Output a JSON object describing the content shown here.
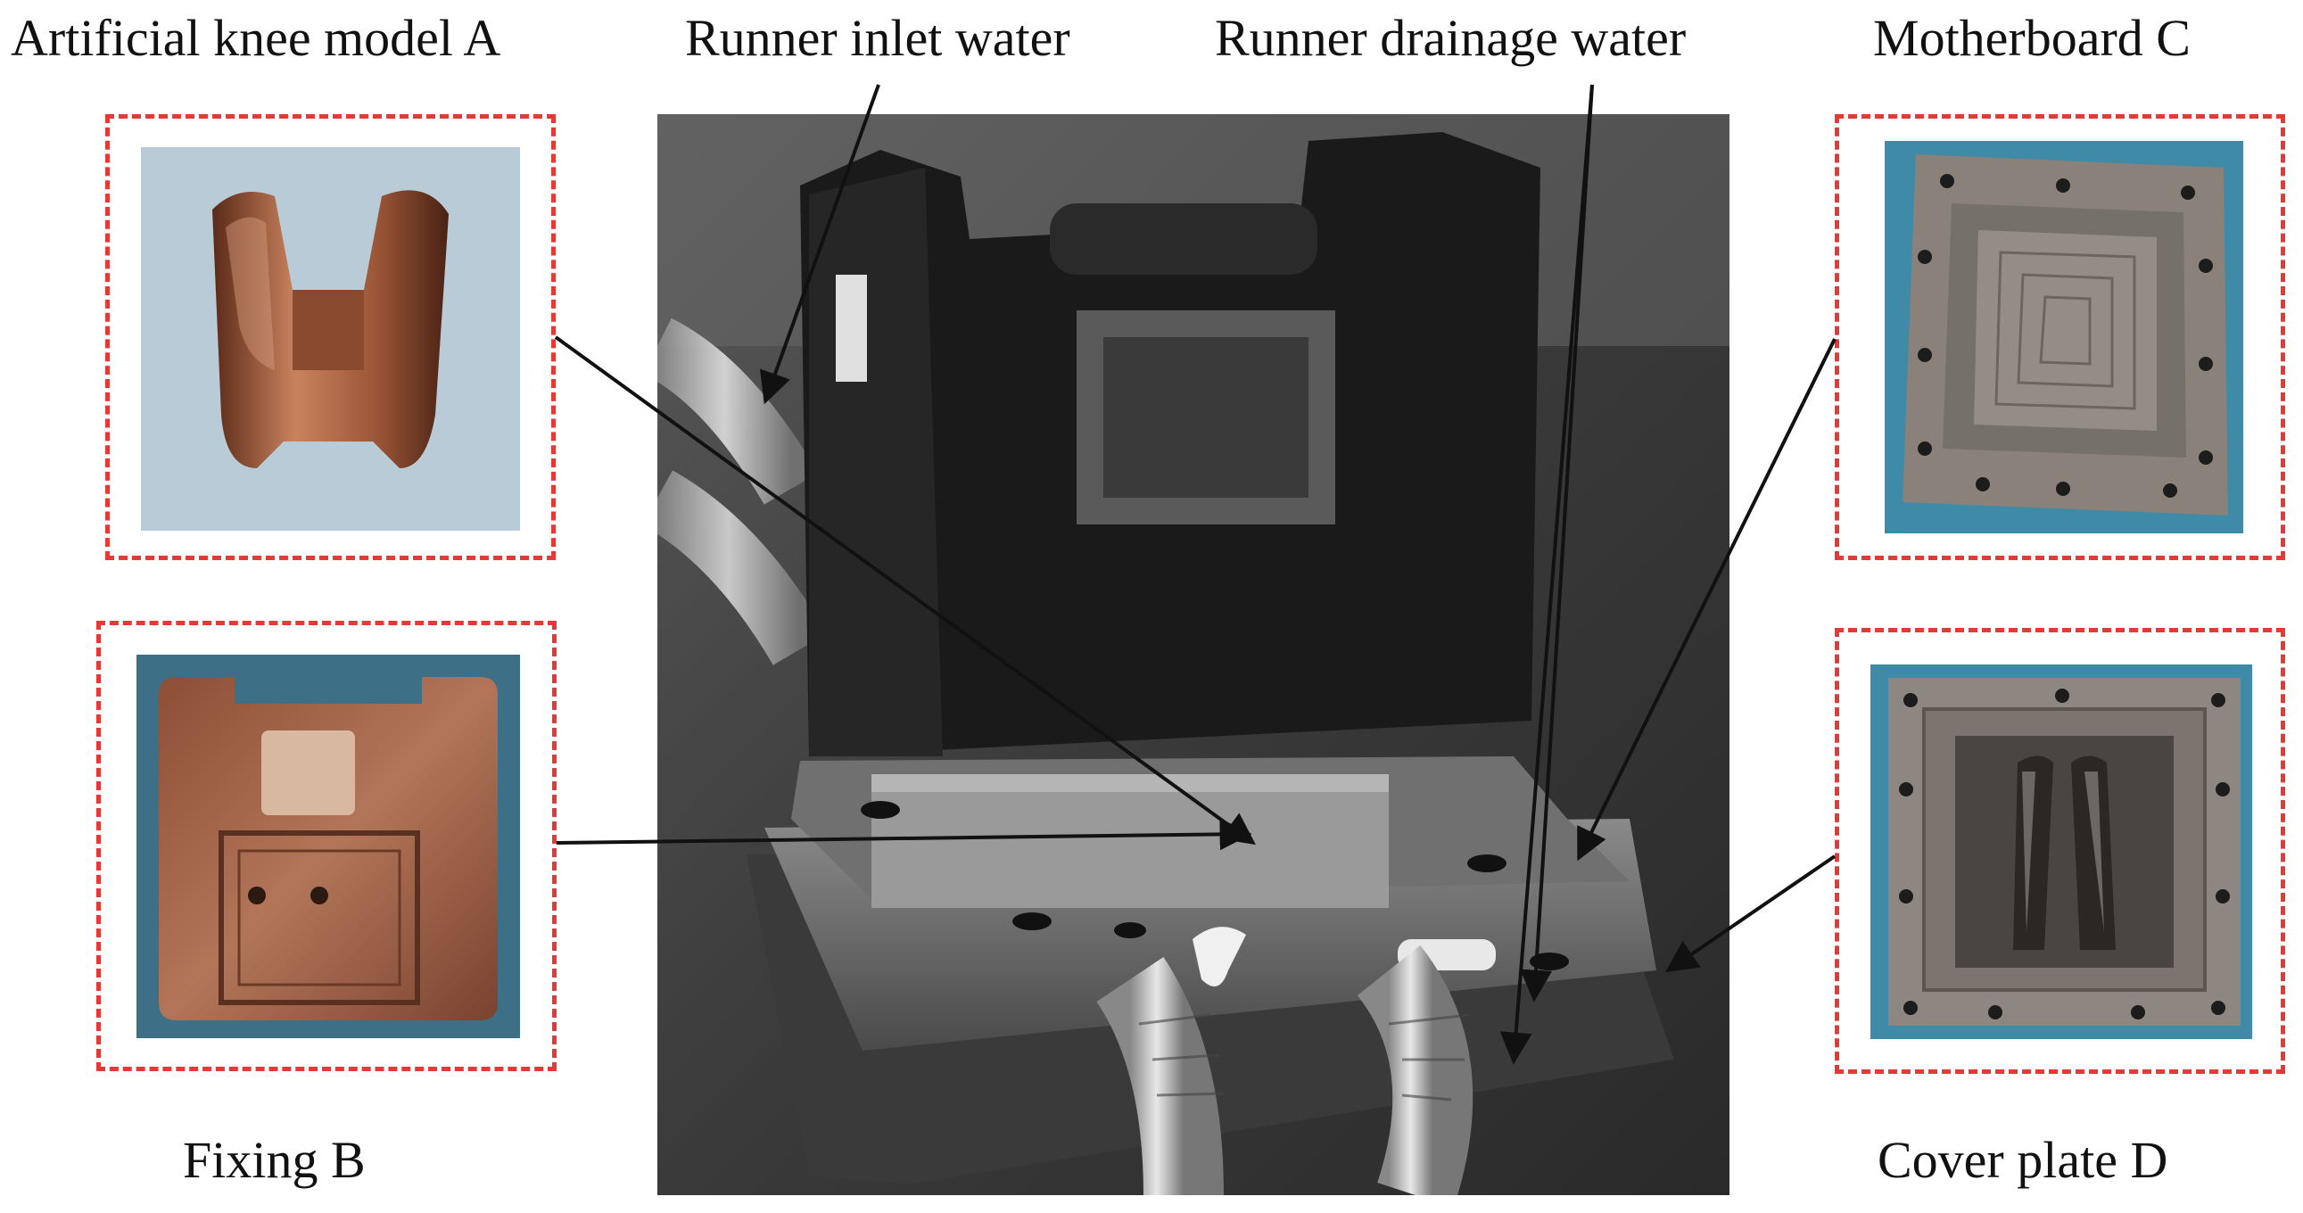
{
  "labels": {
    "artificial_knee": "Artificial knee model A",
    "runner_inlet": "Runner inlet water",
    "runner_drainage": "Runner drainage water",
    "motherboard": "Motherboard C",
    "fixing": "Fixing B",
    "cover_plate": "Cover plate D"
  },
  "colors": {
    "dashed_border": "#e53935",
    "arrow": "#111111",
    "photo_background": "#b7cbd8",
    "copper": "#b5704e",
    "steel": "#8a8580"
  }
}
